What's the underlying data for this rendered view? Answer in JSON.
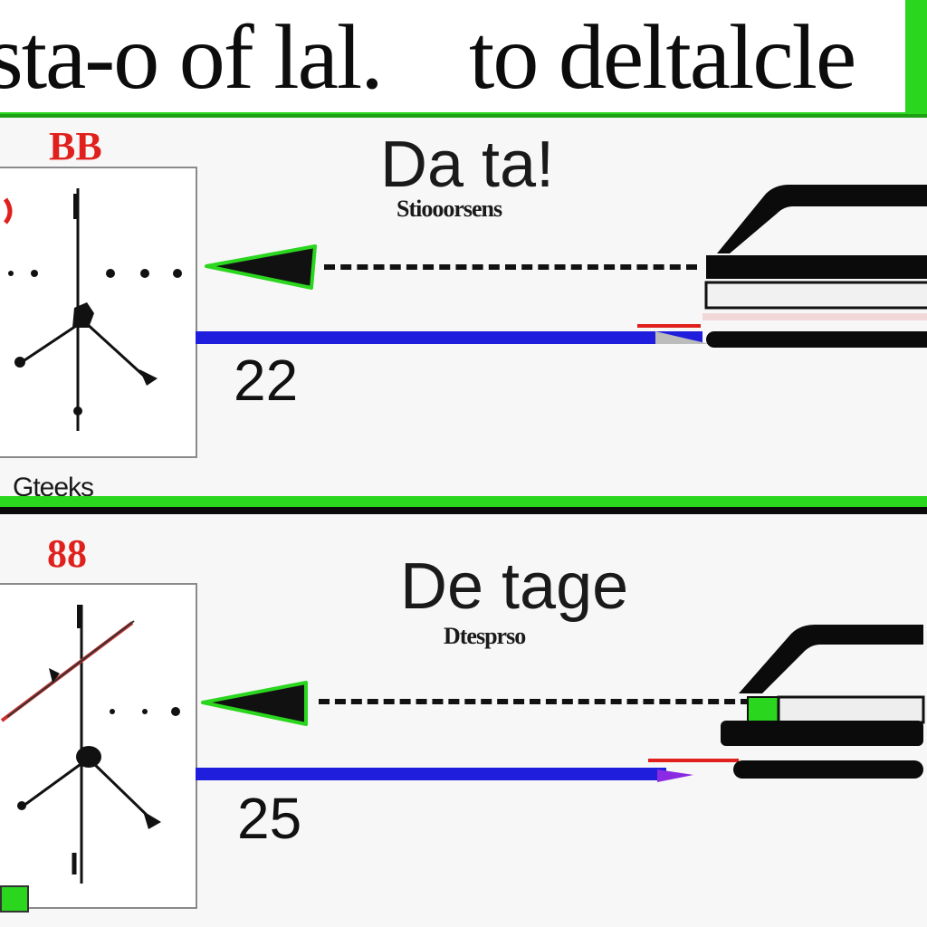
{
  "banner": {
    "title_left": "sta-o of lal.",
    "title_right": "to deltalcle"
  },
  "colors": {
    "banner_green": "#2bd61f",
    "badge_red": "#e0201c",
    "bar_blue": "#1e1edc",
    "arrow_green": "#2bd61f"
  },
  "sections": [
    {
      "badge": "BB",
      "heading": "Da ta!",
      "subheading": "Stiooorsens",
      "value": "22",
      "footer_label": "Gteeks"
    },
    {
      "badge": "88",
      "heading": "De tage",
      "subheading": "Dtesprso",
      "value": "25"
    }
  ]
}
